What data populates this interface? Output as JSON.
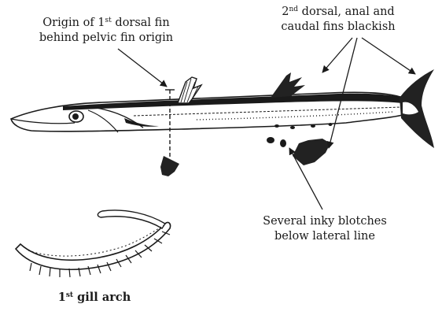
{
  "labels": {
    "origin": {
      "line1_pre": "Origin of 1",
      "line1_sup": "st",
      "line1_post": " dorsal fin",
      "line2": "behind pelvic fin origin"
    },
    "fins": {
      "line1_pre": "2",
      "line1_sup": "nd",
      "line1_post": " dorsal, anal and",
      "line2": "caudal fins blackish"
    },
    "blotches": {
      "line1": "Several inky blotches",
      "line2": "below lateral line"
    },
    "gill": {
      "pre": "1",
      "sup": "st",
      "post": " gill arch"
    }
  },
  "colors": {
    "ink": "#1a1a1a",
    "fin": "#222222",
    "background": "#ffffff"
  }
}
